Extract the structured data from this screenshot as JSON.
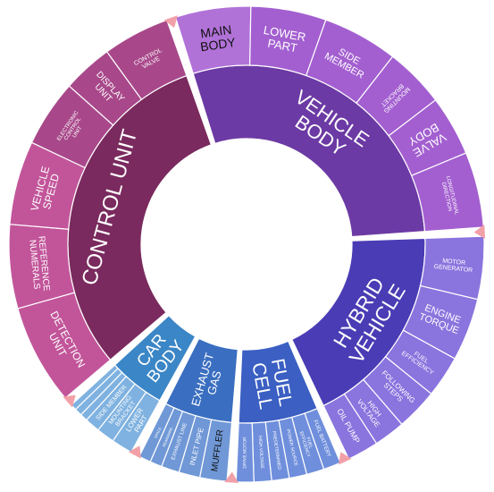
{
  "chart_data": {
    "type": "sunburst",
    "inner": [
      {
        "label": "HYBRID VEHICLE",
        "lines": [
          "HYBRID",
          "VEHICLE"
        ],
        "value": 18,
        "color": "#4a3cb4",
        "font": 23,
        "children": [
          {
            "label": "MOTOR GENERATOR",
            "lines": [
              "MOTOR",
              "GENERATOR"
            ],
            "value": 3,
            "color": "#8a74de",
            "font": 7
          },
          {
            "label": "ENGINE TORQUE",
            "lines": [
              "ENGINE",
              "TORQUE"
            ],
            "value": 3,
            "color": "#8a74de",
            "font": 11
          },
          {
            "label": "FUEL EFFICIENCY",
            "lines": [
              "FUEL",
              "EFFICIENCY"
            ],
            "value": 2,
            "color": "#8a74de",
            "font": 7
          },
          {
            "label": "FOLLOWING STEPS",
            "lines": [
              "FOLLOWING",
              "STEPS"
            ],
            "value": 2,
            "color": "#8a74de",
            "font": 8
          },
          {
            "label": "HIGH VOLTAGE",
            "lines": [
              "HIGH",
              "VOLTAGE"
            ],
            "value": 1.5,
            "color": "#8a74de",
            "font": 8
          },
          {
            "label": "OIL PUMP",
            "lines": [
              "OIL PUMP"
            ],
            "value": 1.5,
            "color": "#8a74de",
            "font": 9
          }
        ]
      },
      {
        "label": "FUEL CELL",
        "lines": [
          "FUEL",
          "CELL"
        ],
        "value": 7,
        "color": "#3b5fc2",
        "font": 21,
        "children": [
          {
            "label": "FUEL BATTERY",
            "lines": [
              "FUEL BATTERY"
            ],
            "value": 1,
            "color": "#6f8fdc",
            "font": 6
          },
          {
            "label": "FUEL EFFICIENCY",
            "lines": [
              "FUEL",
              "EFFICIENCY"
            ],
            "value": 1,
            "color": "#6f8fdc",
            "font": 5
          },
          {
            "label": "POWER SOURCE",
            "lines": [
              "POWER SOURCE"
            ],
            "value": 1,
            "color": "#6f8fdc",
            "font": 5
          },
          {
            "label": "PREDETERMINED",
            "lines": [
              "PREDETERMINED"
            ],
            "value": 1,
            "color": "#6f8fdc",
            "font": 5
          },
          {
            "label": "HIGH VOLTAGE",
            "lines": [
              "HIGH VOLTAGE"
            ],
            "value": 1,
            "color": "#6f8fdc",
            "font": 5
          },
          {
            "label": "DRIVE MOTOR",
            "lines": [
              "DRIVE MOTOR"
            ],
            "value": 1,
            "color": "#6f8fdc",
            "font": 5
          }
        ]
      },
      {
        "label": "EXHAUST GAS",
        "lines": [
          "EXHAUST",
          "GAS"
        ],
        "value": 6,
        "color": "#3a6ec0",
        "font": 13,
        "children": [
          {
            "label": "MUFFLER",
            "lines": [
              "MUFFLER"
            ],
            "value": 1.8,
            "color": "#7098d6",
            "font": 10,
            "dark": true
          },
          {
            "label": "INLET PIPE",
            "lines": [
              "INLET PIPE"
            ],
            "value": 1.4,
            "color": "#7098d6",
            "font": 8
          },
          {
            "label": "EXHAUST LINE",
            "lines": [
              "EXHAUST LINE"
            ],
            "value": 1.2,
            "color": "#7098d6",
            "font": 6
          },
          {
            "label": "REARWARD",
            "lines": [
              "REARWARD"
            ],
            "value": 0.8,
            "color": "#7098d6",
            "font": 4
          },
          {
            "label": "SPACE",
            "lines": [
              "SPACE"
            ],
            "value": 0.8,
            "color": "#7098d6",
            "font": 4
          }
        ]
      },
      {
        "label": "CAR BODY",
        "lines": [
          "CAR",
          "BODY"
        ],
        "value": 5,
        "color": "#3b86c6",
        "font": 19,
        "children": [
          {
            "label": "LOWER PART",
            "lines": [
              "LOWER",
              "PART"
            ],
            "value": 1.4,
            "color": "#7fb2e0",
            "font": 8
          },
          {
            "label": "MOUNTING BRACKET",
            "lines": [
              "MOUNTING",
              "BRACKET"
            ],
            "value": 1.2,
            "color": "#7fb2e0",
            "font": 7
          },
          {
            "label": "SIDE MEMBER",
            "lines": [
              "SIDE MEMBER"
            ],
            "value": 1,
            "color": "#7fb2e0",
            "font": 7
          },
          {
            "label": "",
            "lines": [],
            "value": 0.5,
            "color": "#7fb2e0",
            "font": 5
          },
          {
            "label": "",
            "lines": [],
            "value": 0.5,
            "color": "#7fb2e0",
            "font": 5
          },
          {
            "label": "",
            "lines": [],
            "value": 0.4,
            "color": "#7fb2e0",
            "font": 5
          }
        ]
      },
      {
        "label": "CONTROL UNIT",
        "lines": [
          "CONTROL UNIT"
        ],
        "value": 30,
        "color": "#7a2a5e",
        "font": 24,
        "children": [
          {
            "label": "DETECTION UNIT",
            "lines": [
              "DETECTION",
              "UNIT"
            ],
            "value": 6,
            "color": "#c2559a",
            "font": 12
          },
          {
            "label": "REFERENCE NUMERALS",
            "lines": [
              "REFERENCE",
              "NUMERALS"
            ],
            "value": 5,
            "color": "#c2559a",
            "font": 10
          },
          {
            "label": "VEHICLE SPEED",
            "lines": [
              "VEHICLE",
              "SPEED"
            ],
            "value": 5,
            "color": "#c2559a",
            "font": 12
          },
          {
            "label": "ELECTRONIC CONTROL UNIT",
            "lines": [
              "ELECTRONIC",
              "CONTROL",
              "UNIT"
            ],
            "value": 4,
            "color": "#a8488a",
            "font": 6
          },
          {
            "label": "DISPLAY UNIT",
            "lines": [
              "DISPLAY",
              "UNIT"
            ],
            "value": 3,
            "color": "#a8488a",
            "font": 10
          },
          {
            "label": "CONTROL VALVE",
            "lines": [
              "CONTROL",
              "VALVE"
            ],
            "value": 4,
            "color": "#a8488a",
            "font": 7
          }
        ]
      },
      {
        "label": "VEHICLE BODY",
        "lines": [
          "VEHICLE",
          "BODY"
        ],
        "value": 28,
        "color": "#6c3aa4",
        "font": 22,
        "children": [
          {
            "label": "MAIN BODY",
            "lines": [
              "MAIN",
              "BODY"
            ],
            "value": 5,
            "color": "#b172d8",
            "font": 14,
            "dark": true
          },
          {
            "label": "LOWER PART",
            "lines": [
              "LOWER",
              "PART"
            ],
            "value": 5,
            "color": "#a35fd0",
            "font": 13
          },
          {
            "label": "SIDE MEMBER",
            "lines": [
              "SIDE",
              "MEMBER"
            ],
            "value": 5,
            "color": "#a35fd0",
            "font": 11
          },
          {
            "label": "MOUNTING BRACKET",
            "lines": [
              "MOUNTING",
              "BRACKET"
            ],
            "value": 4,
            "color": "#a35fd0",
            "font": 7
          },
          {
            "label": "VALVE BODY",
            "lines": [
              "VALVE",
              "BODY"
            ],
            "value": 4,
            "color": "#a35fd0",
            "font": 13
          },
          {
            "label": "LONGITUDINAL DIRECTION",
            "lines": [
              "LONGITUDINAL",
              "DIRECTION"
            ],
            "value": 5,
            "color": "#a35fd0",
            "font": 6
          }
        ]
      }
    ]
  }
}
